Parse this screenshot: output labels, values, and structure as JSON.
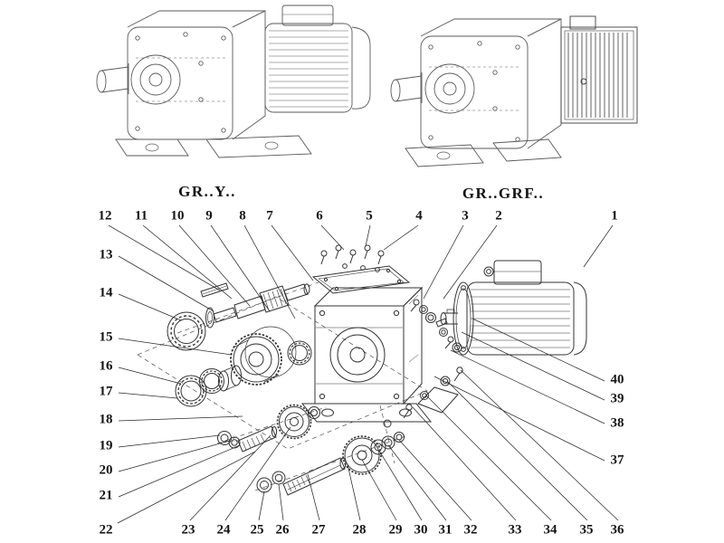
{
  "figure": {
    "left_label": "GR..Y..",
    "right_label": "GR..GRF.."
  },
  "callouts": {
    "top": [
      "12",
      "11",
      "10",
      "9",
      "8",
      "7",
      "6",
      "5",
      "4",
      "3",
      "2",
      "1"
    ],
    "left": [
      "13",
      "14",
      "15",
      "16",
      "17",
      "18",
      "19",
      "20",
      "21"
    ],
    "bottom_left": "22",
    "bottom": [
      "23",
      "24",
      "25",
      "26",
      "27",
      "28",
      "29",
      "30",
      "31",
      "32",
      "33",
      "34",
      "35",
      "36"
    ],
    "right": [
      "40",
      "39",
      "38",
      "37"
    ]
  }
}
